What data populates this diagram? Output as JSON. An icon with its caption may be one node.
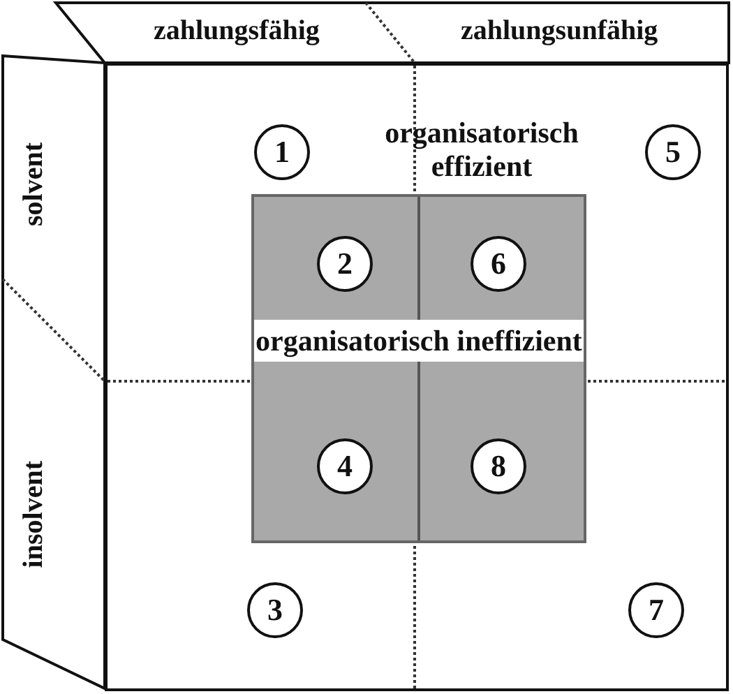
{
  "diagram": {
    "nodes": [
      {
        "text": [
          "zahlungsfähig"
        ]
      },
      {
        "text": [
          "zahlungsunfähig"
        ]
      },
      {
        "text": [
          "solvent"
        ]
      },
      {
        "text": [
          "insolvent"
        ]
      },
      {
        "text": [
          "organisatorisch effizient"
        ]
      },
      {
        "text": [
          "1"
        ],
        "in": 4
      },
      {
        "text": [
          "5"
        ],
        "in": 4
      },
      {
        "text": [
          "organisatorisch ineffizient"
        ],
        "in": 4
      },
      {
        "text": [
          "2"
        ],
        "in": 7
      },
      {
        "text": [
          "6"
        ],
        "in": 7
      },
      {
        "text": [
          "4"
        ],
        "in": 7
      },
      {
        "text": [
          "8"
        ],
        "in": 7
      },
      {
        "text": [
          "3"
        ],
        "in": 4
      },
      {
        "text": [
          "7"
        ],
        "in": 4
      }
    ]
  }
}
